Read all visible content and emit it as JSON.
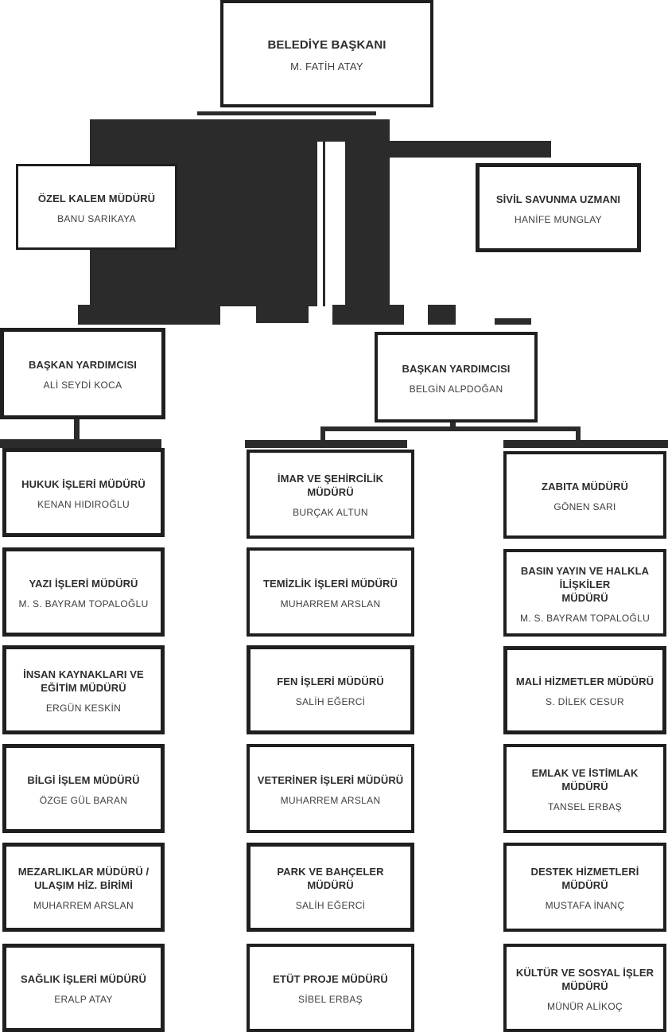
{
  "org": {
    "mayor": {
      "title": "BELEDİYE BAŞKANI",
      "name": "M. FATİH ATAY"
    },
    "ozel_kalem": {
      "title": "ÖZEL KALEM MÜDÜRÜ",
      "name": "BANU SARIKAYA"
    },
    "sivil_savunma": {
      "title": "SİVİL SAVUNMA UZMANI",
      "name": "HANİFE MUNGLAY"
    },
    "deputy_left": {
      "title": "BAŞKAN YARDIMCISI",
      "name": "ALİ SEYDİ KOCA"
    },
    "deputy_right": {
      "title": "BAŞKAN YARDIMCISI",
      "name": "BELGİN ALPDOĞAN"
    },
    "columns": [
      {
        "boxes": [
          {
            "title": "HUKUK İŞLERİ MÜDÜRÜ",
            "name": "KENAN HIDIROĞLU"
          },
          {
            "title": "YAZI İŞLERİ MÜDÜRÜ",
            "name": "M. S. BAYRAM TOPALOĞLU"
          },
          {
            "title": "İNSAN  KAYNAKLARI VE\nEĞİTİM MÜDÜRÜ",
            "name": "ERGÜN KESKİN"
          },
          {
            "title": "BİLGİ İŞLEM MÜDÜRÜ",
            "name": "ÖZGE GÜL BARAN"
          },
          {
            "title": "MEZARLIKLAR MÜDÜRÜ /\nULAŞIM HİZ. BİRİMİ",
            "name": "MUHARREM ARSLAN"
          },
          {
            "title": "SAĞLIK İŞLERİ MÜDÜRÜ",
            "name": "ERALP ATAY"
          }
        ]
      },
      {
        "boxes": [
          {
            "title": "İMAR VE ŞEHİRCİLİK MÜDÜRÜ",
            "name": "BURÇAK ALTUN"
          },
          {
            "title": "TEMİZLİK İŞLERİ MÜDÜRÜ",
            "name": "MUHARREM ARSLAN"
          },
          {
            "title": "FEN İŞLERİ MÜDÜRÜ",
            "name": "SALİH EĞERCİ"
          },
          {
            "title": "VETERİNER İŞLERİ MÜDÜRÜ",
            "name": "MUHARREM ARSLAN"
          },
          {
            "title": "PARK VE BAHÇELER MÜDÜRÜ",
            "name": "SALİH EĞERCİ"
          },
          {
            "title": "ETÜT PROJE MÜDÜRÜ",
            "name": "SİBEL ERBAŞ"
          }
        ]
      },
      {
        "boxes": [
          {
            "title": "ZABITA MÜDÜRÜ",
            "name": "GÖNEN SARI"
          },
          {
            "title": "BASIN YAYIN VE HALKLA İLİŞKİLER\nMÜDÜRÜ",
            "name": "M. S. BAYRAM TOPALOĞLU"
          },
          {
            "title": "MALİ HİZMETLER MÜDÜRÜ",
            "name": "S. DİLEK CESUR"
          },
          {
            "title": "EMLAK VE İSTİMLAK MÜDÜRÜ",
            "name": "TANSEL ERBAŞ"
          },
          {
            "title": "DESTEK HİZMETLERİ MÜDÜRÜ",
            "name": "MUSTAFA İNANÇ"
          },
          {
            "title": "KÜLTÜR VE SOSYAL İŞLER MÜDÜRÜ",
            "name": "MÜNÜR ALİKOÇ"
          }
        ]
      }
    ]
  },
  "colors": {
    "connector": "#2b2b2b",
    "box_border": "#1f1f1f",
    "box_bg": "#ffffff",
    "title_text": "#2d2d2d",
    "name_text": "#3e3e3e"
  }
}
